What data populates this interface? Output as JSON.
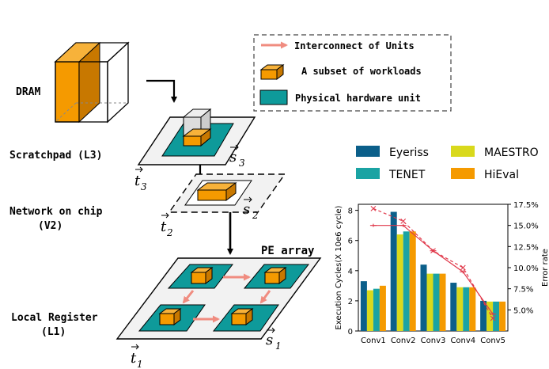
{
  "diagram": {
    "levels": {
      "dram": "DRAM",
      "scratchpad": "Scratchpad (L3)",
      "noc_line1": "Network on chip",
      "noc_line2": "(V2)",
      "lr_line1": "Local Register",
      "lr_line2": "(L1)",
      "pe_array": "PE array"
    },
    "math_labels": {
      "t3": "t",
      "t3_sub": "3",
      "s3": "s",
      "s3_sub": "3",
      "t2": "t",
      "t2_sub": "2",
      "s2": "s",
      "s2_sub": "2",
      "t1": "t",
      "t1_sub": "1",
      "s1": "s",
      "s1_sub": "1"
    },
    "legend": {
      "interconnect": "Interconnect of Units",
      "workloads": "A subset of workloads",
      "physical": "Physical hardware unit"
    },
    "colors": {
      "teal": "#0e9a9a",
      "orange": "#f59a00",
      "orange_dark": "#c87800",
      "pink_arrow": "#f08c80",
      "plane_fill": "#f2f2f2"
    }
  },
  "chart_data": {
    "type": "bar",
    "categories": [
      "Conv1",
      "Conv2",
      "Conv3",
      "Conv4",
      "Conv5"
    ],
    "series": [
      {
        "name": "Eyeriss",
        "color": "#0b5f8a",
        "values": [
          3.3,
          7.9,
          4.4,
          3.2,
          2.0
        ]
      },
      {
        "name": "MAESTRO",
        "color": "#d9d91c",
        "values": [
          2.7,
          6.4,
          3.8,
          2.9,
          1.95
        ]
      },
      {
        "name": "TENET",
        "color": "#1aa3a3",
        "values": [
          2.8,
          6.6,
          3.8,
          2.9,
          1.95
        ]
      },
      {
        "name": "HiEval",
        "color": "#f59a00",
        "values": [
          3.0,
          6.6,
          3.8,
          2.9,
          1.95
        ]
      }
    ],
    "error_series": [
      {
        "values": [
          17.0,
          15.5,
          12.0,
          10.0,
          4.0
        ],
        "style": "dashed"
      },
      {
        "values": [
          15.0,
          15.0,
          12.0,
          9.5,
          4.5
        ],
        "style": "solid"
      }
    ],
    "ylabel": "Execution Cycles(X 10e6 cycle)",
    "y2label": "Error rate",
    "ylim": [
      0,
      8.4
    ],
    "y2lim": [
      2.5,
      17.5
    ],
    "yticks": [
      "0",
      "2",
      "4",
      "6",
      "8"
    ],
    "y2ticks": [
      "5.0%",
      "7.5%",
      "10.0%",
      "12.5%",
      "15.0%",
      "17.5%"
    ],
    "legend_position": "top"
  }
}
